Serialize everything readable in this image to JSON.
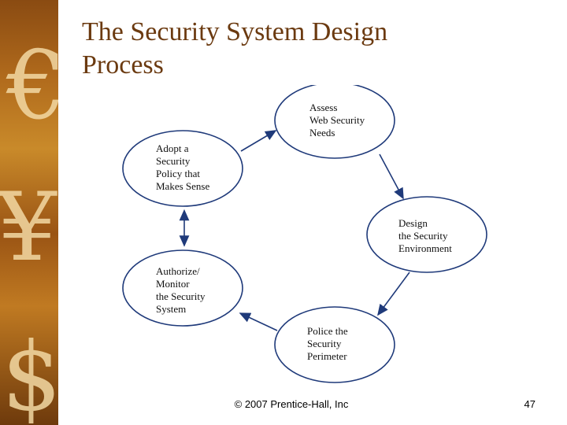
{
  "slide": {
    "title_line1": "The Security System Design",
    "title_line2": "Process",
    "footer": "© 2007 Prentice-Hall, Inc",
    "page_number": "47"
  },
  "banner": {
    "symbols": [
      "€",
      "¥",
      "$"
    ],
    "colors": {
      "symbol": "#f3d9a4",
      "background": "#a8611a"
    }
  },
  "diagram": {
    "nodes": [
      {
        "id": "assess",
        "lines": [
          "Assess",
          "Web Security",
          "Needs"
        ]
      },
      {
        "id": "design",
        "lines": [
          "Design",
          "the Security",
          "Environment"
        ]
      },
      {
        "id": "police",
        "lines": [
          "Police the",
          "Security",
          "Perimeter"
        ]
      },
      {
        "id": "authorize",
        "lines": [
          "Authorize/",
          "Monitor",
          "the Security",
          "System"
        ]
      },
      {
        "id": "adopt",
        "lines": [
          "Adopt a",
          "Security",
          "Policy that",
          "Makes Sense"
        ]
      }
    ]
  }
}
